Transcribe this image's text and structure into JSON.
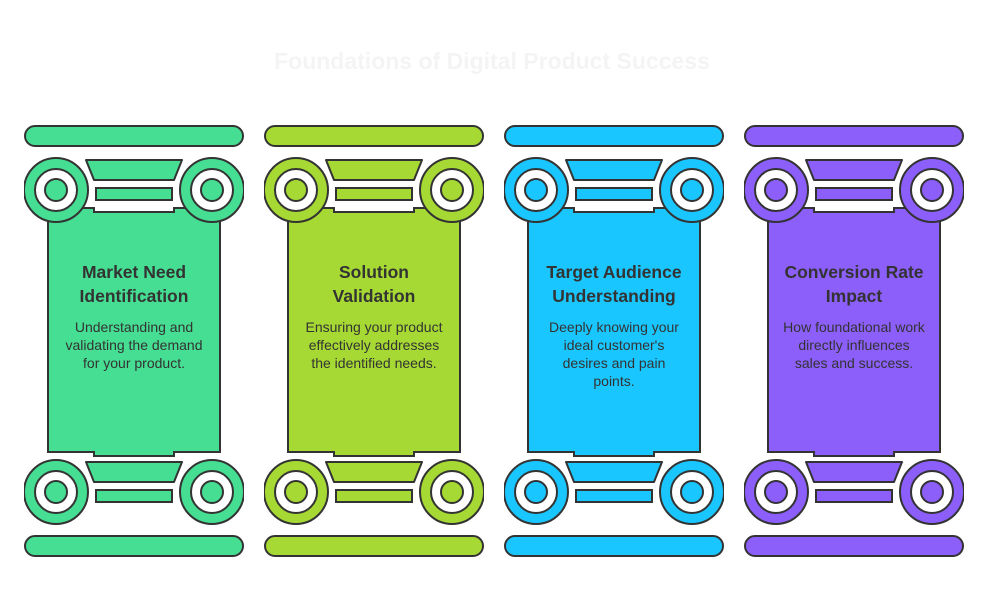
{
  "title": "Foundations of Digital Product Success",
  "pillars": [
    {
      "heading": "Market Need Identification",
      "description": "Understanding and validating the demand for your product.",
      "color": "#45DE92"
    },
    {
      "heading": "Solution Validation",
      "description": "Ensuring your product effectively addresses the identified needs.",
      "color": "#A6D933"
    },
    {
      "heading": "Target Audience Understanding",
      "description": "Deeply knowing your ideal customer's desires and pain points.",
      "color": "#1AC6FF"
    },
    {
      "heading": "Conversion Rate Impact",
      "description": "How foundational work directly influences sales and success.",
      "color": "#8C5FFA"
    }
  ]
}
